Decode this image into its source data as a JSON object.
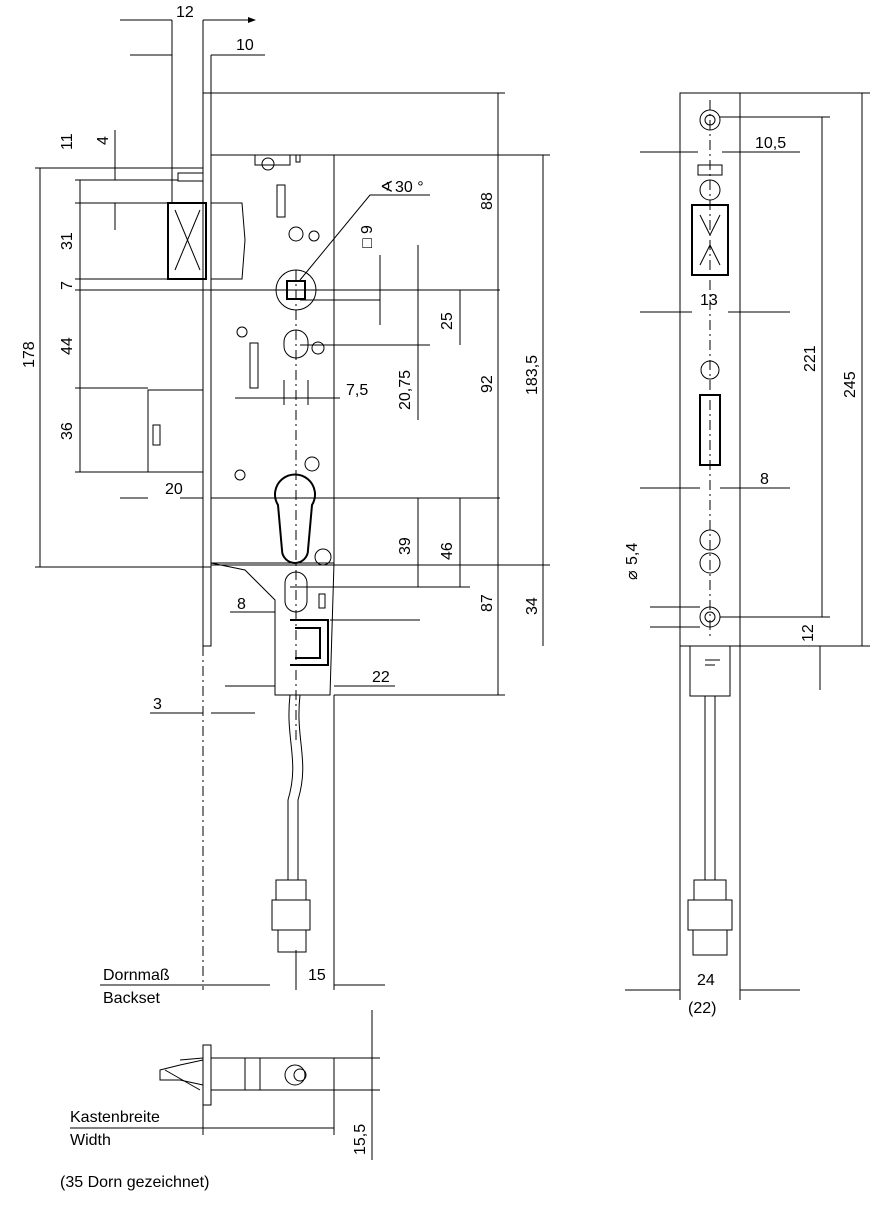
{
  "front_view": {
    "dims": {
      "d12": "12",
      "d10": "10",
      "d11": "11",
      "d4": "4",
      "d31": "31",
      "d7": "7",
      "d44": "44",
      "d178": "178",
      "d36": "36",
      "d20": "20",
      "d88": "88",
      "d30": "30 °",
      "d9": "9",
      "d25": "25",
      "d7_5": "7,5",
      "d20_75": "20,75",
      "d92": "92",
      "d183_5": "183,5",
      "d39": "39",
      "d46": "46",
      "d87": "87",
      "d34": "34",
      "d8": "8",
      "d22": "22",
      "d3": "3",
      "d15": "15"
    },
    "backset_de": "Dornmaß",
    "backset_en": "Backset"
  },
  "side_view": {
    "dims": {
      "d10_5": "10,5",
      "d13": "13",
      "d221": "221",
      "d245": "245",
      "d8": "8",
      "d5_4": "5,4",
      "d12": "12",
      "d24": "24",
      "d22": "(22)"
    }
  },
  "top_view": {
    "dims": {
      "d15_5": "15,5"
    },
    "width_de": "Kastenbreite",
    "width_en": "Width"
  },
  "note": "(35 Dorn gezeichnet)"
}
